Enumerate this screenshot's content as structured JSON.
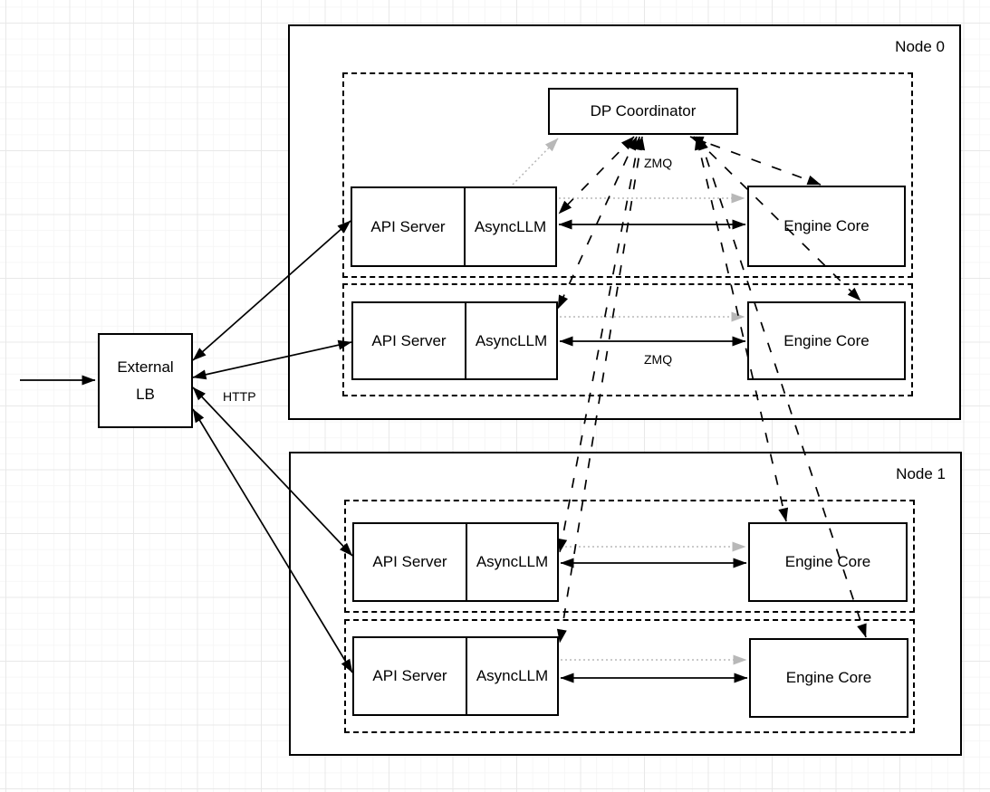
{
  "diagram": {
    "dp_coordinator_label": "DP Coordinator",
    "external_lb_lines": [
      "External",
      "LB"
    ],
    "edge_labels": {
      "http": "HTTP",
      "zmq_top": "ZMQ",
      "zmq_mid": "ZMQ"
    },
    "nodes": [
      {
        "label": "Node 0",
        "rows": [
          {
            "api": "API Server",
            "async": "AsyncLLM",
            "engine": "Engine Core"
          },
          {
            "api": "API Server",
            "async": "AsyncLLM",
            "engine": "Engine Core"
          }
        ]
      },
      {
        "label": "Node 1",
        "rows": [
          {
            "api": "API Server",
            "async": "AsyncLLM",
            "engine": "Engine Core"
          },
          {
            "api": "API Server",
            "async": "AsyncLLM",
            "engine": "Engine Core"
          }
        ]
      }
    ],
    "colors": {
      "line": "#000000",
      "dotted_arrow": "#b8b8b8",
      "box_fill": "#ffffff",
      "grid_minor": "#f6f6f6",
      "grid_major": "#e8e8e8"
    }
  }
}
